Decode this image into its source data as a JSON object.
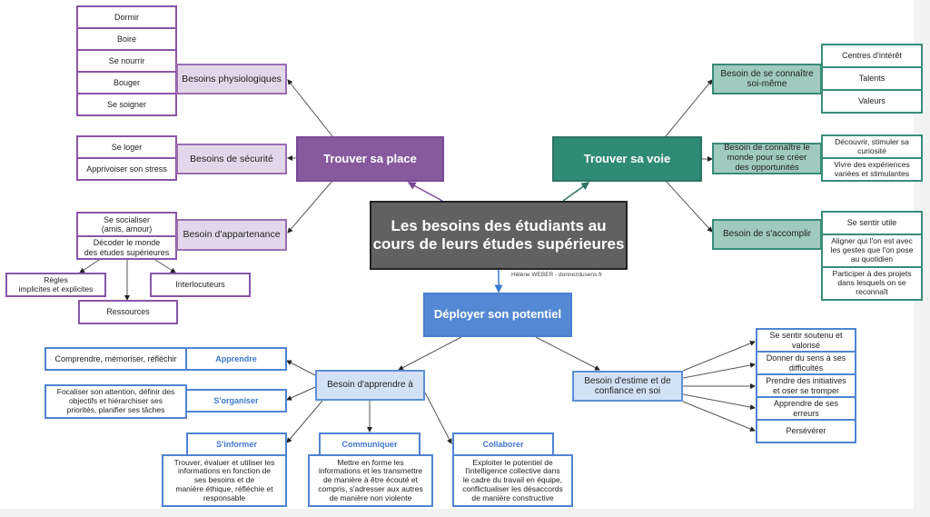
{
  "title": "Les besoins des étudiants au\ncours de leurs études supérieures",
  "credit": "Hélène WEBER - donnezdusens.fr",
  "branches": {
    "place": {
      "label": "Trouver sa place",
      "color": "#875a9e",
      "physio": {
        "label": "Besoins physiologiques",
        "items": [
          "Dormir",
          "Boire",
          "Se nourrir",
          "Bouger",
          "Se soigner"
        ]
      },
      "securite": {
        "label": "Besoins de sécurité",
        "items": [
          "Se loger",
          "Apprivoiser son stress"
        ]
      },
      "appartenance": {
        "label": "Besoin d'appartenance",
        "items": [
          "Se socialiser\n(amis, amour)",
          "Décoder le monde\ndes études supérieures"
        ],
        "sub": [
          "Règles\nimplicites et explicites",
          "Ressources",
          "Interlocuteurs"
        ]
      }
    },
    "voie": {
      "label": "Trouver sa voie",
      "color": "#2f8a76",
      "connaitre_soi": {
        "label": "Besoin de se connaître\nsoi-même",
        "items": [
          "Centres d'intérêt",
          "Talents",
          "Valeurs"
        ]
      },
      "connaitre_monde": {
        "label": "Besoin de connaître le\nmonde pour se créer\ndes opportunités",
        "items": [
          "Découvrir, stimuler sa\ncuriosité",
          "Vivre des expériences\nvariées et stimulantes"
        ]
      },
      "accomplir": {
        "label": "Besoin de s'accomplir",
        "items": [
          "Se sentir utile",
          "Aligner qui l'on est avec\nles gestes que l'on pose\nau quotidien",
          "Participer à des projets\ndans lesquels on se\nreconnaît"
        ]
      }
    },
    "potentiel": {
      "label": "Déployer son potentiel",
      "color": "#5488d4",
      "apprendre": {
        "label": "Besoin d'apprendre à",
        "items": [
          {
            "head": "Apprendre",
            "text": "Comprendre, mémoriser, réfléchir"
          },
          {
            "head": "S'organiser",
            "text": "Focaliser son attention, définir des\nobjectifs et hiérarchiser ses\npriorités, planifier ses tâches"
          },
          {
            "head": "S'informer",
            "text": "Trouver, évaluer et utiliser les\ninformations en fonction de\nses besoins et de\nmanière éthique, réfléchie et\nresponsable"
          },
          {
            "head": "Communiquer",
            "text": "Mettre en forme les\ninformations et les transmettre\nde manière à être écouté et\ncompris, s'adresser aux autres\nde manière non violente"
          },
          {
            "head": "Collaborer",
            "text": "Exploiter le potentiel de\nl'intelligence collective dans\nle cadre du travail en équipe,\nconflictualiser les désaccords\nde manière constructive"
          }
        ]
      },
      "estime": {
        "label": "Besoin d'estime et de\nconfiance en soi",
        "items": [
          "Se sentir soutenu et\nvalorisé",
          "Donner du sens à ses\ndifficultés",
          "Prendre des initiatives\net oser se tromper",
          "Apprendre de ses\nerreurs",
          "Persévérer"
        ]
      }
    }
  }
}
